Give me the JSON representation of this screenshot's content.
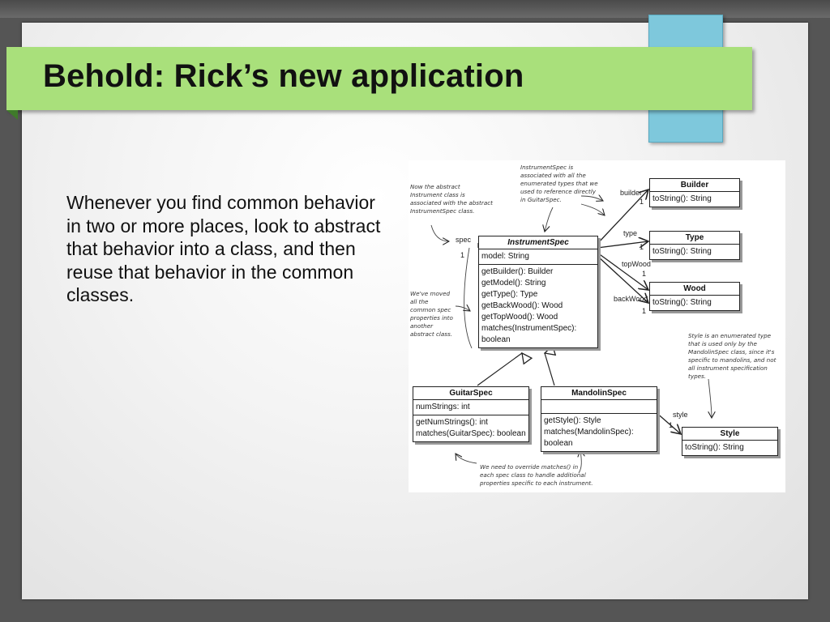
{
  "slide": {
    "title": "Behold: Rick’s new application",
    "body": "Whenever you find common behavior in two or more places, look to abstract that behavior into a class, and then reuse that behavior in the common classes."
  },
  "colors": {
    "title_bar": "#a9e07b",
    "accent_tab": "#7ec8dc",
    "frame": "#555555"
  },
  "diagram": {
    "classes": {
      "instrument_spec": {
        "name": "InstrumentSpec",
        "attr": "model: String",
        "methods": [
          "getBuilder(): Builder",
          "getModel(): String",
          "getType(): Type",
          "getBackWood(): Wood",
          "getTopWood(): Wood",
          "matches(InstrumentSpec): boolean"
        ]
      },
      "builder": {
        "name": "Builder",
        "method": "toString(): String"
      },
      "type": {
        "name": "Type",
        "method": "toString(): String"
      },
      "wood": {
        "name": "Wood",
        "method": "toString(): String"
      },
      "guitar_spec": {
        "name": "GuitarSpec",
        "attr": "numStrings: int",
        "methods": [
          "getNumStrings(): int",
          "matches(GuitarSpec): boolean"
        ]
      },
      "mandolin_spec": {
        "name": "MandolinSpec",
        "methods": [
          "getStyle(): Style",
          "matches(MandolinSpec): boolean"
        ]
      },
      "style": {
        "name": "Style",
        "method": "toString(): String"
      }
    },
    "associations": {
      "spec": "spec",
      "spec_mult": "1",
      "builder": "builder",
      "builder_mult": "1",
      "type": "type",
      "type_mult": "1",
      "top_wood": "topWood",
      "top_wood_mult": "1",
      "back_wood": "backWood",
      "back_wood_mult": "1",
      "style": "style",
      "style_mult": "1"
    },
    "notes": {
      "abstract": "Now the abstract Instrument class is associated with the abstract InstrumentSpec class.",
      "enumerated": "InstrumentSpec is associated with all the enumerated types that we used to reference directly in GuitarSpec.",
      "moved": "We've moved all the common spec properties into another abstract class.",
      "style": "Style is an enumerated type that is used only by the MandolinSpec class, since it's specific to mandolins, and not all instrument specification types.",
      "override": "We need to override matches() in each spec class to handle additional properties specific to each instrument."
    }
  }
}
